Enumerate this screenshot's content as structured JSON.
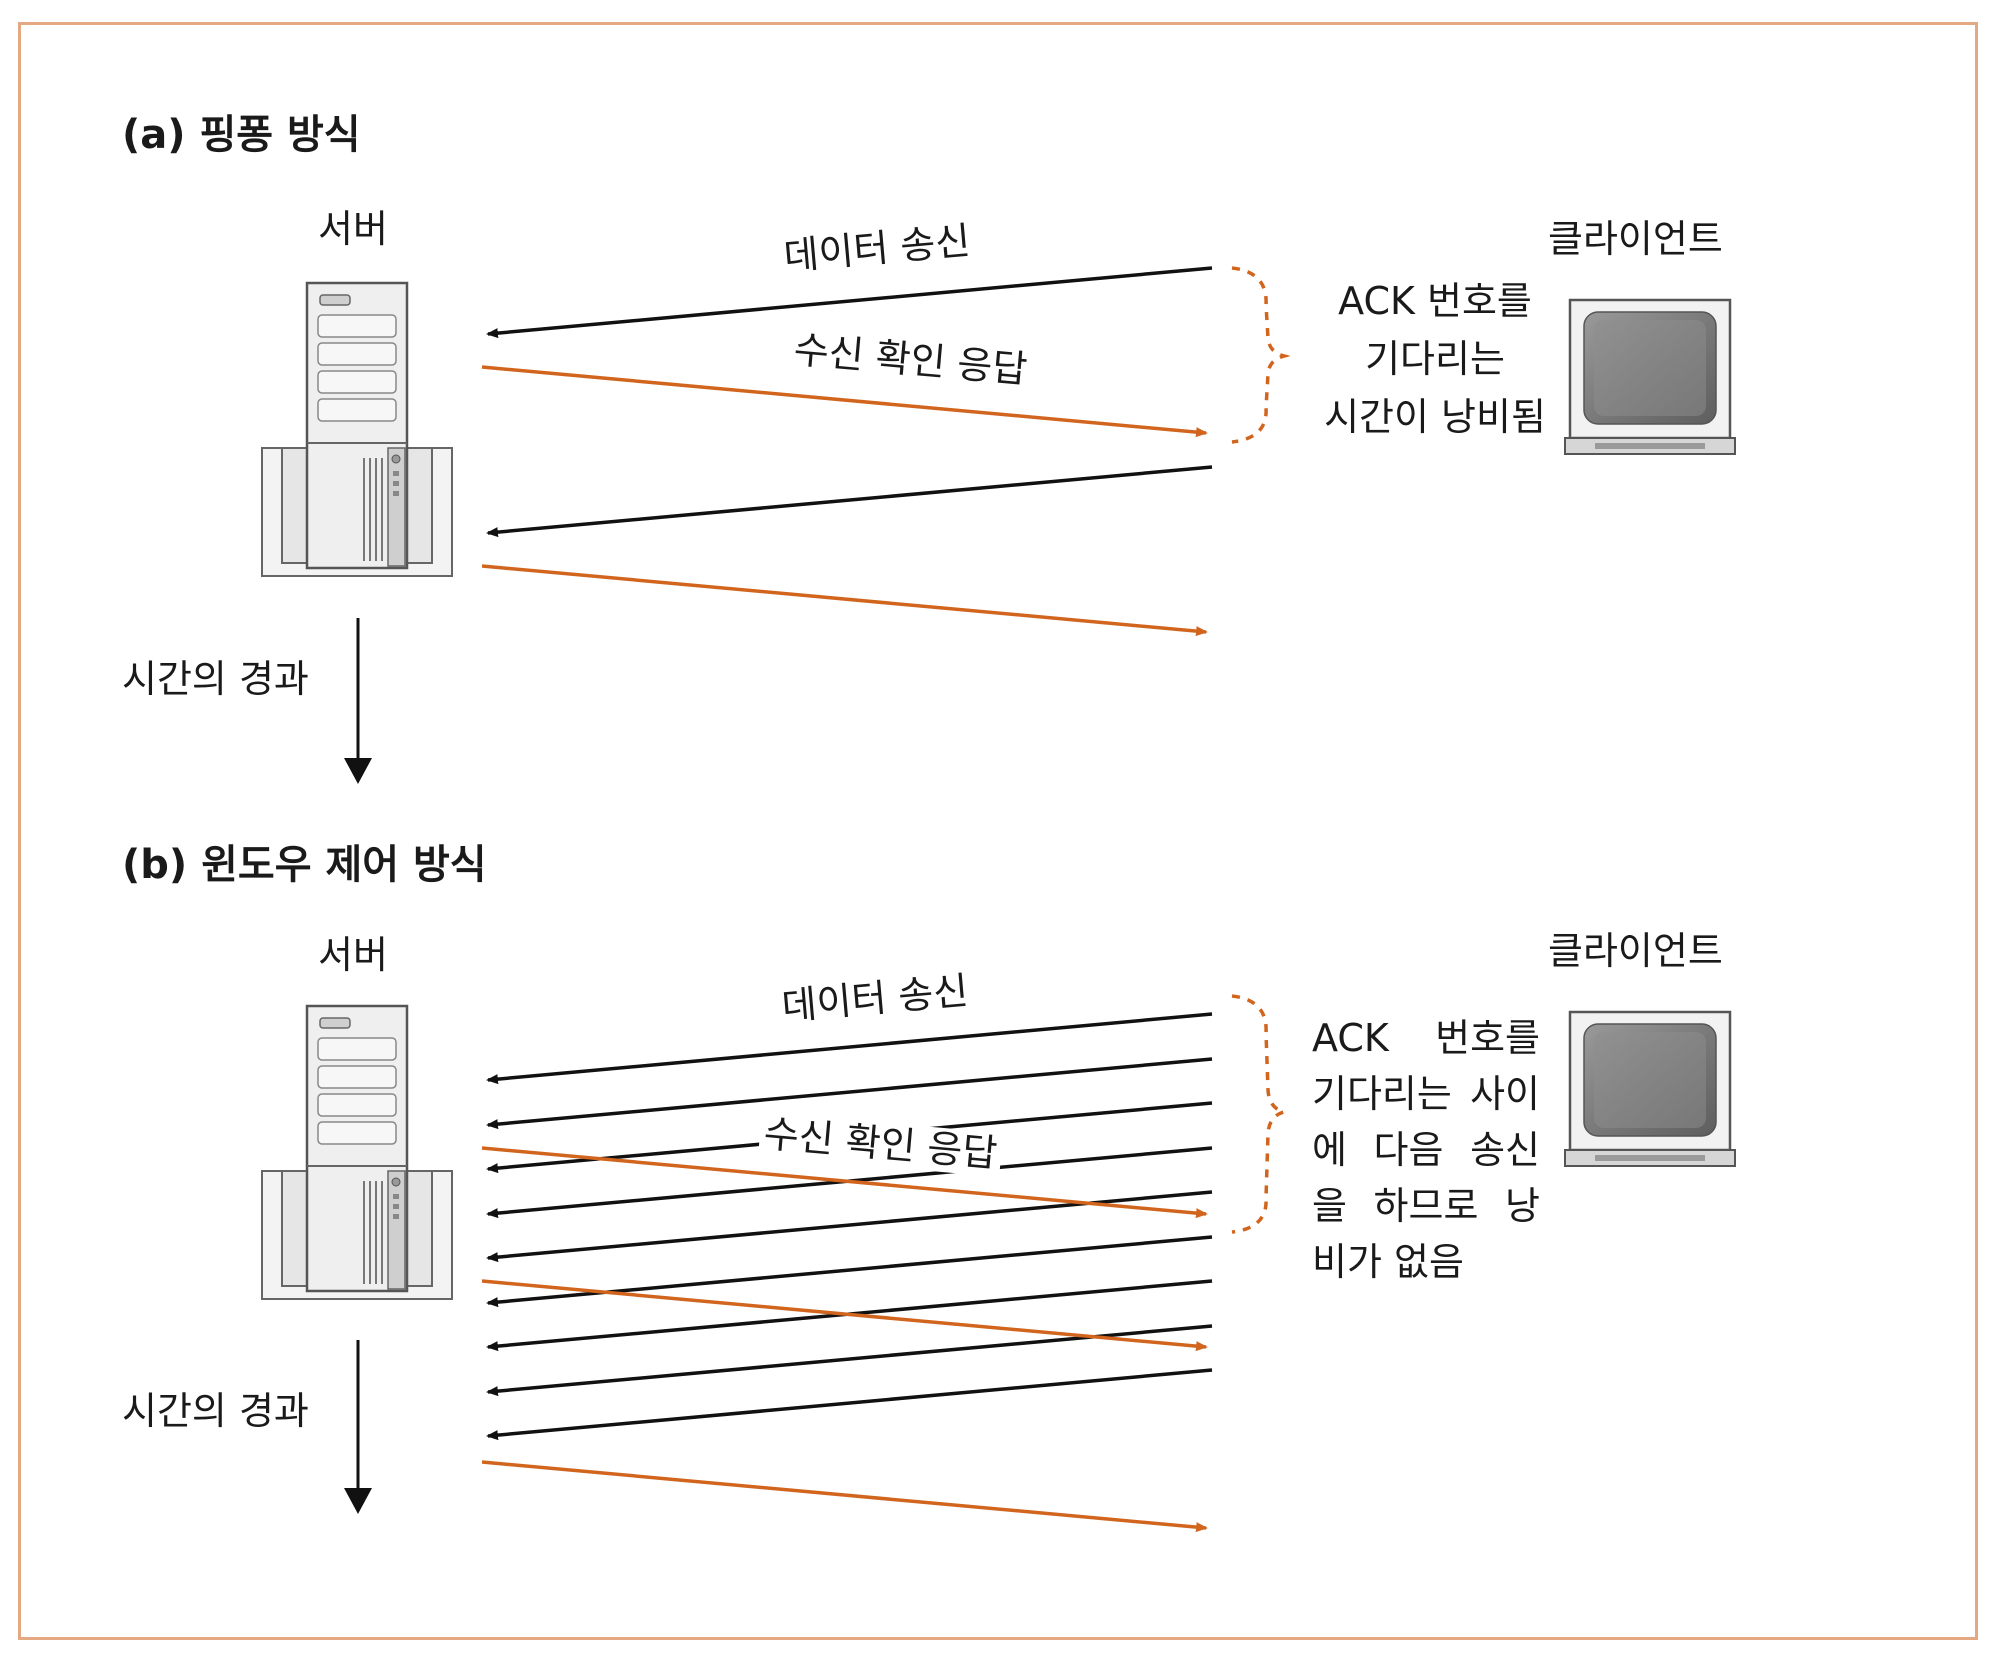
{
  "section_a": {
    "title": "(a) 핑퐁 방식",
    "server_label": "서버",
    "client_label": "클라이언트",
    "data_label": "데이터 송신",
    "ack_label": "수신 확인 응답",
    "note_lines": [
      "ACK 번호를",
      "기다리는",
      "시간이 낭비됨"
    ],
    "time_label": "시간의 경과"
  },
  "section_b": {
    "title": "(b) 윈도우 제어 방식",
    "server_label": "서버",
    "client_label": "클라이언트",
    "data_label": "데이터 송신",
    "ack_label": "수신 확인 응답",
    "note_lines": [
      "ACK 번호를",
      "기다리는 사이",
      "에 다음 송신",
      "을 하므로 낭",
      "비가 없음"
    ],
    "time_label": "시간의 경과"
  },
  "colors": {
    "data_arrow": "#111111",
    "ack_arrow": "#d2651e",
    "brace": "#d2651e",
    "frame": "#e4a882"
  },
  "icons": [
    "server-icon",
    "client-monitor-icon"
  ]
}
